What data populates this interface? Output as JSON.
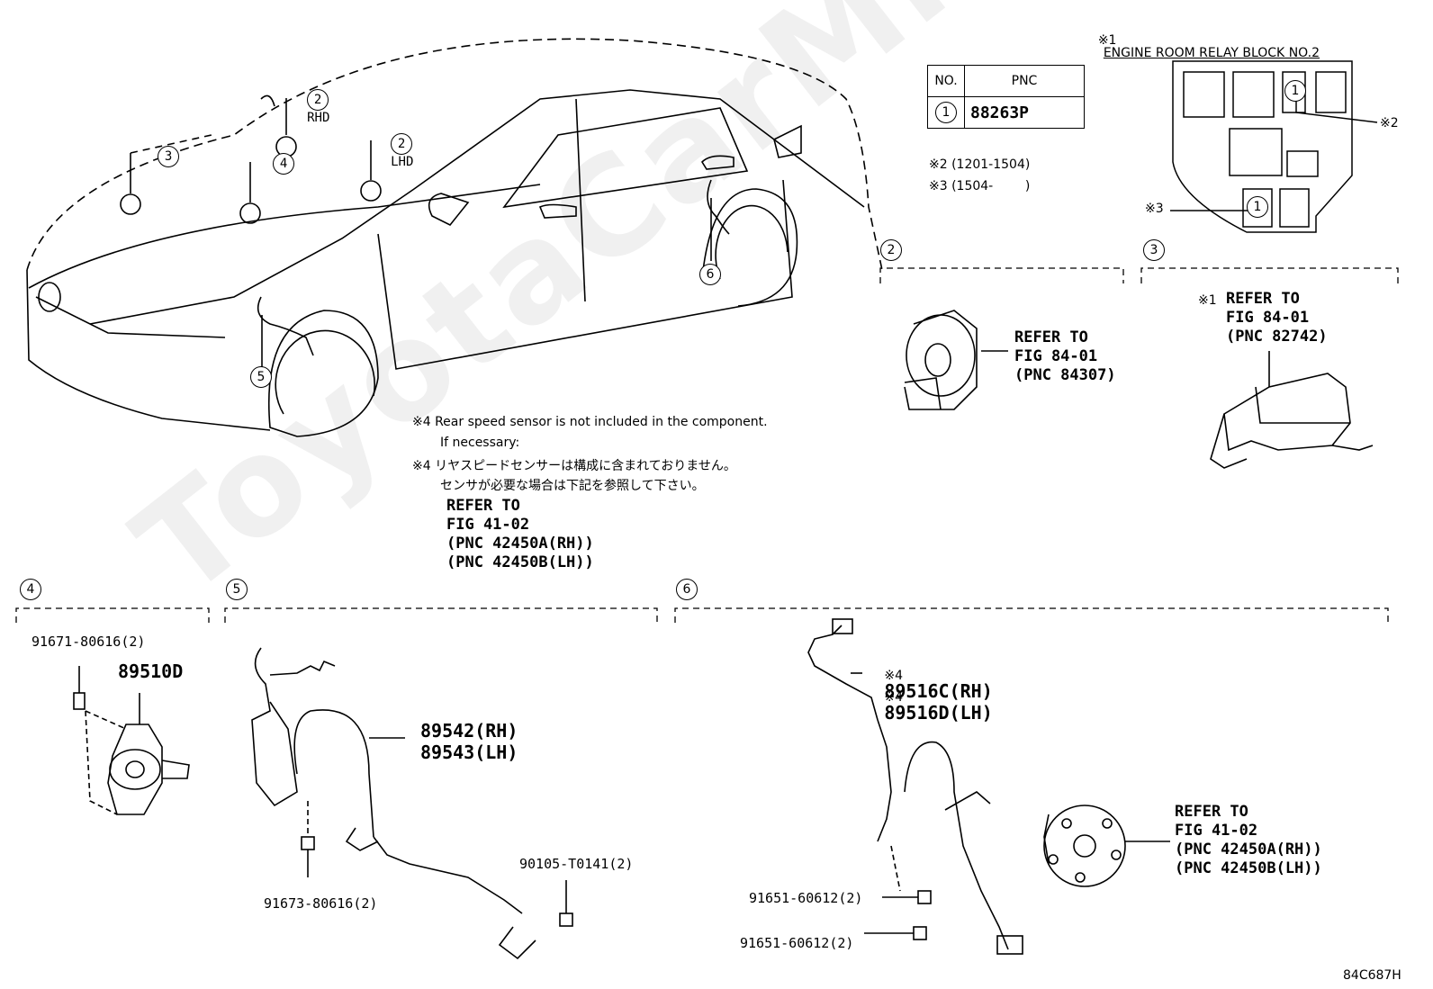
{
  "header_note": {
    "mark": "※1",
    "text": "ENGINE ROOM RELAY BLOCK NO.2"
  },
  "pnc_table": {
    "col_no": "NO.",
    "col_pnc": "PNC",
    "row_no": "1",
    "row_pnc": "88263P"
  },
  "notes": {
    "n2": "※2 (1201-1504)",
    "n3": "※3 (1504-        )"
  },
  "relay_block": {
    "item": "1",
    "mark2": "※2",
    "mark3": "※3"
  },
  "callouts": {
    "c1": "1",
    "c2": "2",
    "c3": "3",
    "c4": "4",
    "c5": "5",
    "c6": "6"
  },
  "car_labels": {
    "rhd": "RHD",
    "lhd": "LHD"
  },
  "section2": {
    "ref1": "REFER TO",
    "ref2": "FIG 84-01",
    "ref3": "(PNC 84307)"
  },
  "section3": {
    "mark": "※1",
    "ref1": "REFER TO",
    "ref2": "FIG 84-01",
    "ref3": "(PNC 82742)"
  },
  "note4": {
    "en1": "※4 Rear speed sensor is not included in the component.",
    "en2": "If necessary:",
    "jp1": "※4 リヤスピードセンサーは構成に含まれておりません。",
    "jp2": "センサが必要な場合は下記を参照して下さい。",
    "ref1": "REFER TO",
    "ref2": "FIG 41-02",
    "ref3": "(PNC 42450A(RH))",
    "ref4": "(PNC 42450B(LH))"
  },
  "section4": {
    "bolt": "91671-80616(2)",
    "part": "89510D"
  },
  "section5": {
    "part_rh": "89542(RH)",
    "part_lh": "89543(LH)",
    "bolt1": "91673-80616(2)",
    "bolt2": "90105-T0141(2)"
  },
  "section6": {
    "mark": "※4",
    "part_rh": "89516C(RH)",
    "part_lh": "89516D(LH)",
    "bolt1": "91651-60612(2)",
    "bolt2": "91651-60612(2)",
    "ref1": "REFER TO",
    "ref2": "FIG 41-02",
    "ref3": "(PNC 42450A(RH))",
    "ref4": "(PNC 42450B(LH))"
  },
  "figure_code": "84C687H",
  "watermark": "ToyotaCarMine.ru"
}
